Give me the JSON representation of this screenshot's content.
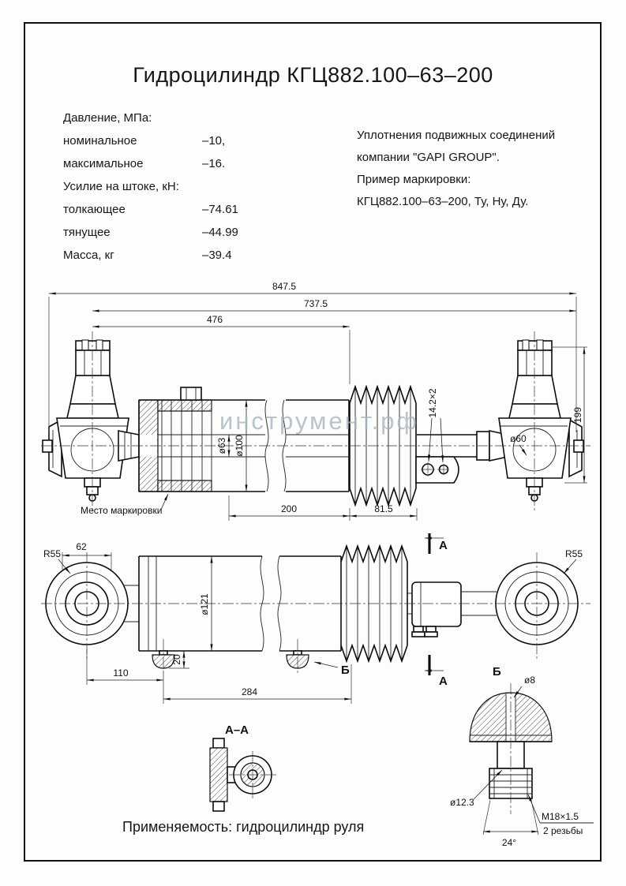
{
  "title": "Гидроцилиндр КГЦ882.100–63–200",
  "watermark": {
    "text": "инструмент.рф",
    "color": "#a8b7c0"
  },
  "specs": {
    "pressure_header": "Давление, МПа:",
    "nominal_label": "номинальное",
    "nominal_value": "–10,",
    "max_label": "максимальное",
    "max_value": "–16.",
    "force_header": "Усилие на штоке, кН:",
    "push_label": "толкающее",
    "push_value": "–74.61",
    "pull_label": "тянущее",
    "pull_value": "–44.99",
    "mass_label": "Масса, кг",
    "mass_value": "–39.4"
  },
  "notes": {
    "line1": "Уплотнения подвижных соединений",
    "line2": "компании \"GAPI GROUP\".",
    "line3": "Пример маркировки:",
    "line4": "КГЦ882.100–63–200, Ту, Ну, Ду."
  },
  "top_view": {
    "dim_overall": "847.5",
    "dim_737": "737.5",
    "dim_476": "476",
    "dim_height": "199",
    "dim_holes": "14.2×2",
    "dia_rod": "ø63",
    "dia_tube": "ø100",
    "dia_ball": "ø60",
    "dim_200": "200",
    "dim_81": "81.5",
    "marking_label": "Место маркировки"
  },
  "front_view": {
    "dim_62": "62",
    "r_left": "R55",
    "r_right": "R55",
    "dia_body": "ø121",
    "dim_110": "110",
    "dim_20": "20",
    "dim_284": "284",
    "section_letter_top": "А",
    "section_letter_bottom": "А",
    "detail_callout": "Б"
  },
  "section_aa": {
    "title": "А–А"
  },
  "detail_b": {
    "title": "Б",
    "dia_8": "ø8",
    "dia_12": "ø12.3",
    "thread": "M18×1.5",
    "thread_note": "2 резьбы",
    "angle": "24°"
  },
  "footer": {
    "application": "Применяемость: гидроцилиндр руля"
  }
}
